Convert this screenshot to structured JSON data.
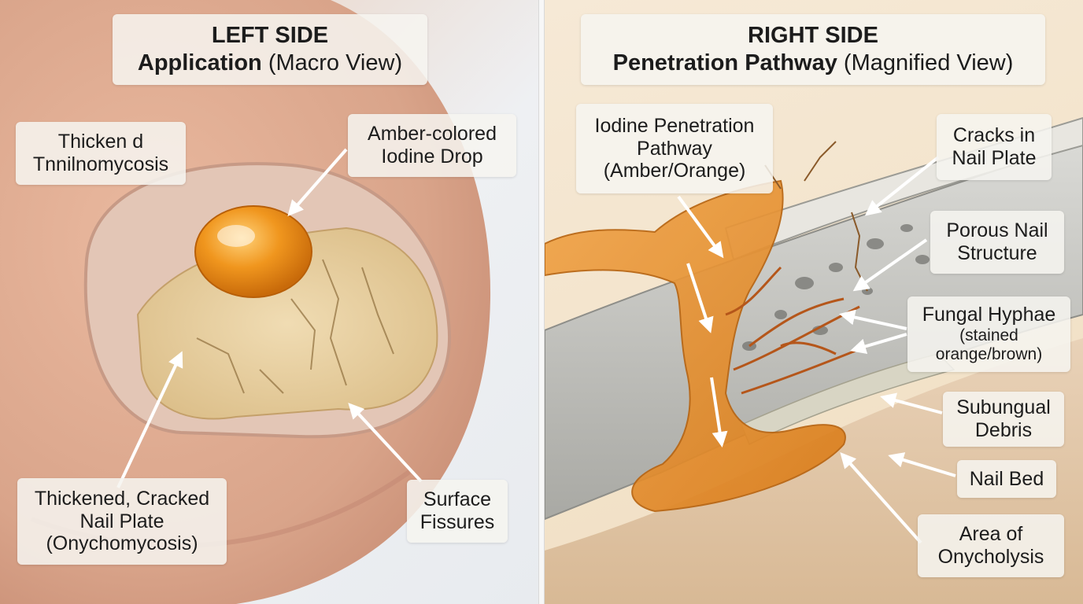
{
  "left_panel": {
    "header": {
      "line1": "LEFT SIDE",
      "line2_bold": "Application",
      "line2_rest": " (Macro View)"
    },
    "labels": {
      "thicken_garbled": [
        "Thicken d",
        "Tnnilnomycosis"
      ],
      "iodine_drop": [
        "Amber-colored",
        "Iodine Drop"
      ],
      "nail_plate": [
        "Thickened, Cracked",
        "Nail Plate",
        "(Onychomycosis)"
      ],
      "surface_fissures": [
        "Surface",
        "Fissures"
      ]
    }
  },
  "right_panel": {
    "header": {
      "line1": "RIGHT SIDE",
      "line2_bold": "Penetration Pathway",
      "line2_rest": " (Magnified View)"
    },
    "labels": {
      "pathway": [
        "Iodine Penetration",
        "Pathway",
        "(Amber/Orange)"
      ],
      "cracks": [
        "Cracks in",
        "Nail Plate"
      ],
      "porous": [
        "Porous Nail",
        "Structure"
      ],
      "hyphae": [
        "Fungal Hyphae",
        "(stained",
        "orange/brown)"
      ],
      "debris": [
        "Subungual",
        "Debris"
      ],
      "nail_bed": [
        "Nail Bed"
      ],
      "onycholysis": [
        "Area of",
        "Onycholysis"
      ]
    }
  },
  "colors": {
    "iodine": "#e8901c",
    "skin": "#e2b49c",
    "nail_plate": "#e9d3a4",
    "nail_grey": "#bdbdb8",
    "arrow": "#ffffff"
  }
}
